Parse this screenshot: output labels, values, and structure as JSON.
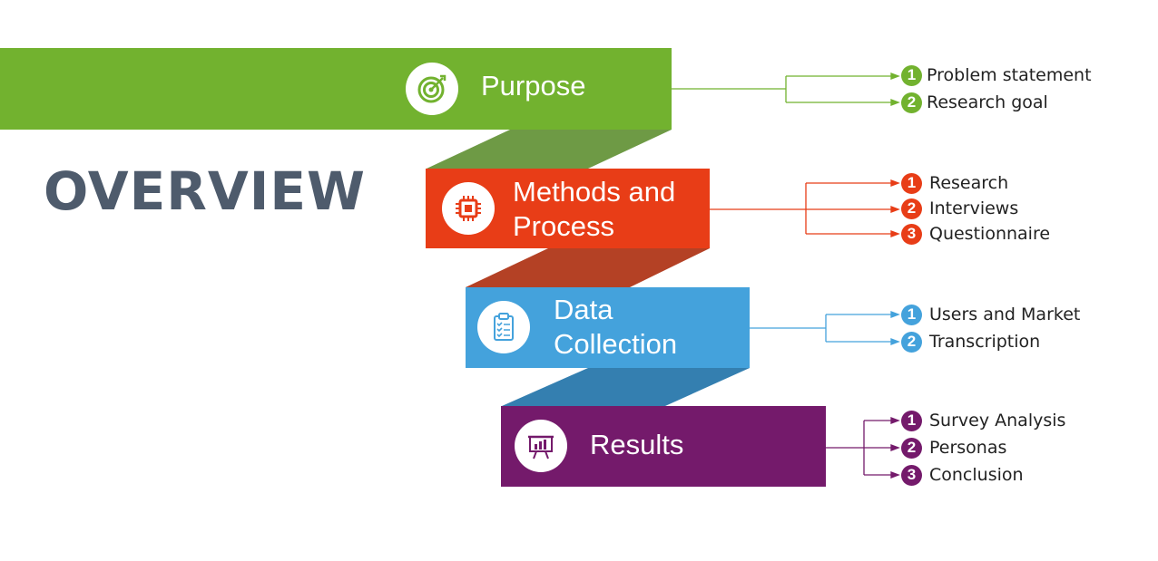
{
  "title": "OVERVIEW",
  "colors": {
    "purpose": "#72b22f",
    "methods": "#e83d17",
    "data": "#44a2dc",
    "results": "#741a6b",
    "title": "#4e5b6c"
  },
  "stages": [
    {
      "key": "purpose",
      "label_lines": [
        "Purpose"
      ],
      "icon": "target-icon",
      "items": [
        {
          "num": "1",
          "label": "Problem statement"
        },
        {
          "num": "2",
          "label": "Research goal"
        }
      ]
    },
    {
      "key": "methods",
      "label_lines": [
        "Methods and",
        "Process"
      ],
      "icon": "chip-icon",
      "items": [
        {
          "num": "1",
          "label": "Research"
        },
        {
          "num": "2",
          "label": "Interviews"
        },
        {
          "num": "3",
          "label": "Questionnaire"
        }
      ]
    },
    {
      "key": "data",
      "label_lines": [
        "Data",
        "Collection"
      ],
      "icon": "clipboard-icon",
      "items": [
        {
          "num": "1",
          "label": "Users and Market"
        },
        {
          "num": "2",
          "label": "Transcription"
        }
      ]
    },
    {
      "key": "results",
      "label_lines": [
        "Results"
      ],
      "icon": "presentation-chart-icon",
      "items": [
        {
          "num": "1",
          "label": "Survey Analysis"
        },
        {
          "num": "2",
          "label": "Personas"
        },
        {
          "num": "3",
          "label": "Conclusion"
        }
      ]
    }
  ]
}
